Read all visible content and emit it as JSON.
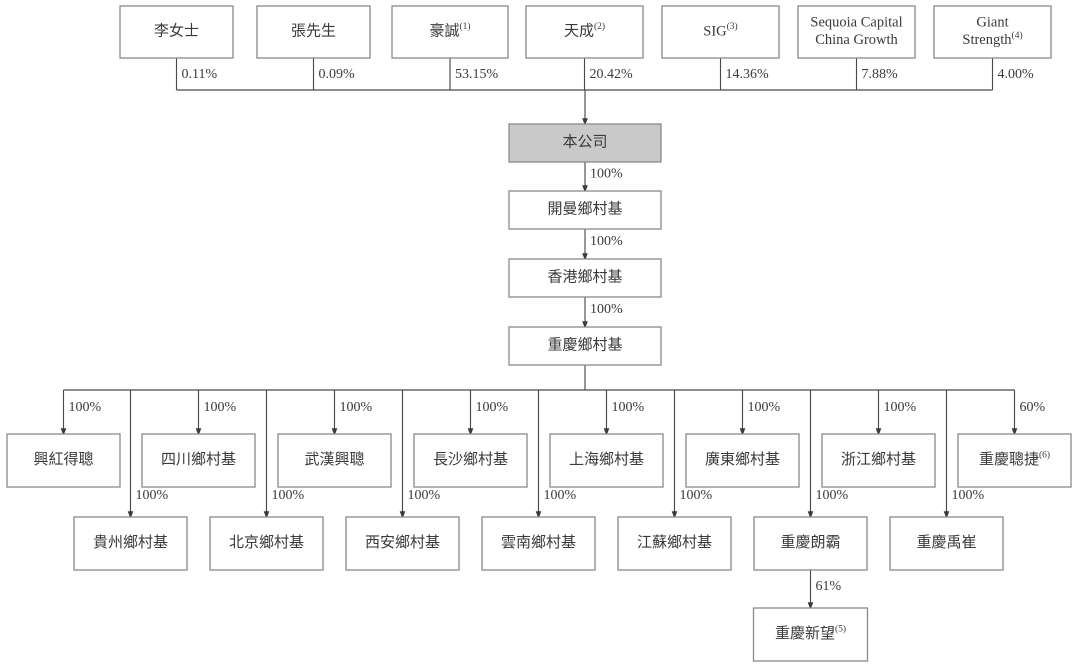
{
  "diagram": {
    "title": "Corporate shareholding structure chart",
    "colors": {
      "box_border": "#8a8a8a",
      "box_fill": "#ffffff",
      "company_fill": "#c9c9c9",
      "line": "#4a4a4a",
      "text": "#3a3a3a"
    },
    "shareholders": [
      {
        "id": "sh-li",
        "label": "李女士",
        "sup": "",
        "pct": "0.11%"
      },
      {
        "id": "sh-zhang",
        "label": "張先生",
        "sup": "",
        "pct": "0.09%"
      },
      {
        "id": "sh-haocheng",
        "label": "豪誠",
        "sup": "(1)",
        "pct": "53.15%"
      },
      {
        "id": "sh-tiancheng",
        "label": "天成",
        "sup": "(2)",
        "pct": "20.42%"
      },
      {
        "id": "sh-sig",
        "label": "SIG",
        "sup": "(3)",
        "pct": "14.36%"
      },
      {
        "id": "sh-sequoia",
        "label": "Sequoia Capital China Growth",
        "sup": "",
        "pct": "7.88%"
      },
      {
        "id": "sh-giant",
        "label": "Giant Strength",
        "sup": "(4)",
        "pct": "4.00%"
      }
    ],
    "spine": [
      {
        "id": "node-company",
        "label": "本公司",
        "sup": "",
        "highlight": true,
        "pct_below": "100%"
      },
      {
        "id": "node-cayman",
        "label": "開曼鄉村基",
        "sup": "",
        "highlight": false,
        "pct_below": "100%"
      },
      {
        "id": "node-hongkong",
        "label": "香港鄉村基",
        "sup": "",
        "highlight": false,
        "pct_below": "100%"
      },
      {
        "id": "node-chongqing",
        "label": "重慶鄉村基",
        "sup": "",
        "highlight": false,
        "pct_below": ""
      }
    ],
    "tier4": [
      {
        "id": "t4-xinghong",
        "label": "興紅得聰",
        "sup": "",
        "pct": "100%"
      },
      {
        "id": "t4-sichuan",
        "label": "四川鄉村基",
        "sup": "",
        "pct": "100%"
      },
      {
        "id": "t4-wuhan",
        "label": "武漢興聰",
        "sup": "",
        "pct": "100%"
      },
      {
        "id": "t4-changsha",
        "label": "長沙鄉村基",
        "sup": "",
        "pct": "100%"
      },
      {
        "id": "t4-shanghai",
        "label": "上海鄉村基",
        "sup": "",
        "pct": "100%"
      },
      {
        "id": "t4-guangdong",
        "label": "廣東鄉村基",
        "sup": "",
        "pct": "100%"
      },
      {
        "id": "t4-zhejiang",
        "label": "浙江鄉村基",
        "sup": "",
        "pct": "100%"
      },
      {
        "id": "t4-congjie",
        "label": "重慶聰捷",
        "sup": "(6)",
        "pct": "60%"
      }
    ],
    "tier5": [
      {
        "id": "t5-guizhou",
        "label": "貴州鄉村基",
        "sup": "",
        "pct": "100%"
      },
      {
        "id": "t5-beijing",
        "label": "北京鄉村基",
        "sup": "",
        "pct": "100%"
      },
      {
        "id": "t5-xian",
        "label": "西安鄉村基",
        "sup": "",
        "pct": "100%"
      },
      {
        "id": "t5-yunnan",
        "label": "雲南鄉村基",
        "sup": "",
        "pct": "100%"
      },
      {
        "id": "t5-jiangsu",
        "label": "江蘇鄉村基",
        "sup": "",
        "pct": "100%"
      },
      {
        "id": "t5-langba",
        "label": "重慶朗霸",
        "sup": "",
        "pct": "100%"
      },
      {
        "id": "t5-yucui",
        "label": "重慶禹崔",
        "sup": "",
        "pct": "100%"
      }
    ],
    "tier6": [
      {
        "id": "t6-xinwang",
        "label": "重慶新望",
        "sup": "(5)",
        "pct": "61%"
      }
    ]
  }
}
